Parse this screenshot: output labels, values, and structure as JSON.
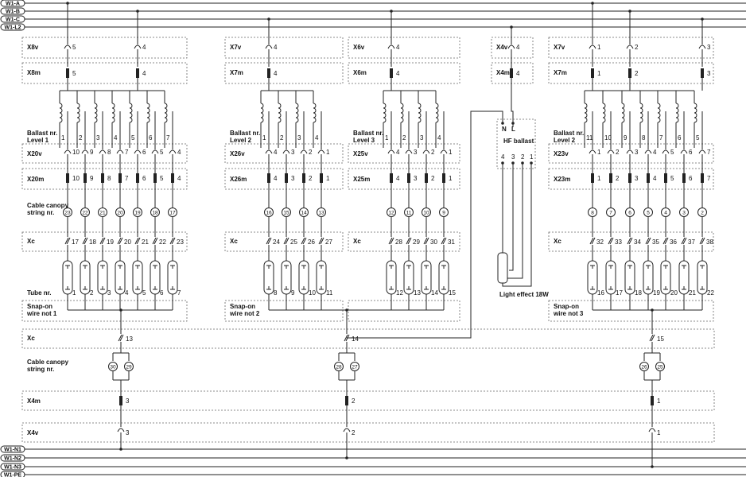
{
  "buses_top": [
    "W1-A",
    "W1-B",
    "W1-C",
    "W1-L2"
  ],
  "buses_bottom": [
    "W1-N1",
    "W1-N2",
    "W1-N3",
    "W1-PE"
  ],
  "row_labels": {
    "ballast_level1": [
      "Ballast nr.",
      "Level 1"
    ],
    "ballast_level2": [
      "Ballast nr.",
      "Level 2"
    ],
    "ballast_level3": [
      "Ballast nr.",
      "Level 3"
    ],
    "cable_canopy": [
      "Cable canopy",
      "string nr."
    ],
    "xc": "Xc",
    "tube": "Tube nr.",
    "snap1": [
      "Snap-on",
      "wire not 1"
    ],
    "snap2": [
      "Snap-on",
      "wire not 2"
    ],
    "snap3": [
      "Snap-on",
      "wire not 3"
    ],
    "x4m": "X4m",
    "x4v": "X4v",
    "hf_ballast": "HF ballast",
    "hf_n": "N",
    "hf_l": "L",
    "light_effect": "Light effect 18W"
  },
  "group1": {
    "top_v": {
      "label": "X8v",
      "pins": [
        "5",
        "4"
      ]
    },
    "top_m": {
      "label": "X8m",
      "pins": [
        "5",
        "4"
      ]
    },
    "ballast_nums": [
      "1",
      "2",
      "3",
      "4",
      "5",
      "6",
      "7"
    ],
    "xv": {
      "label": "X20v",
      "pins": [
        "10",
        "9",
        "8",
        "7",
        "6",
        "5",
        "4"
      ]
    },
    "xm": {
      "label": "X20m",
      "pins": [
        "10",
        "9",
        "8",
        "7",
        "6",
        "5",
        "4"
      ]
    },
    "canopy": [
      "23",
      "22",
      "21",
      "20",
      "19",
      "18",
      "17"
    ],
    "xc": [
      "17",
      "18",
      "19",
      "20",
      "21",
      "22",
      "23"
    ],
    "tubes": [
      "1",
      "2",
      "3",
      "4",
      "5",
      "6",
      "7"
    ]
  },
  "group2": {
    "top_v": {
      "label": "X7v",
      "pins": [
        "4"
      ]
    },
    "top_m": {
      "label": "X7m",
      "pins": [
        "4"
      ]
    },
    "ballast_nums": [
      "1",
      "2",
      "3",
      "4"
    ],
    "xv": {
      "label": "X26v",
      "pins": [
        "4",
        "3",
        "2",
        "1"
      ]
    },
    "xm": {
      "label": "X26m",
      "pins": [
        "4",
        "3",
        "2",
        "1"
      ]
    },
    "canopy": [
      "16",
      "15",
      "14",
      "13"
    ],
    "xc": [
      "24",
      "25",
      "26",
      "27"
    ],
    "tubes": [
      "8",
      "9",
      "10",
      "11"
    ]
  },
  "group3": {
    "top_v": {
      "label": "X6v",
      "pins": [
        "4"
      ]
    },
    "top_m": {
      "label": "X6m",
      "pins": [
        "4"
      ]
    },
    "ballast_nums": [
      "1",
      "2",
      "3",
      "4"
    ],
    "xv": {
      "label": "X25v",
      "pins": [
        "4",
        "3",
        "2",
        "1"
      ]
    },
    "xm": {
      "label": "X25m",
      "pins": [
        "4",
        "3",
        "2",
        "1"
      ]
    },
    "canopy": [
      "12",
      "11",
      "10",
      "9"
    ],
    "xc": [
      "28",
      "29",
      "30",
      "31"
    ],
    "tubes": [
      "12",
      "13",
      "14",
      "15"
    ]
  },
  "group4": {
    "top_v": {
      "label": "X4v",
      "pins": [
        "4"
      ]
    },
    "top_m": {
      "label": "X4m",
      "pins": [
        "4"
      ]
    },
    "hf_pins": [
      "4",
      "3",
      "2",
      "1"
    ]
  },
  "group5": {
    "top_v": {
      "label": "X7v",
      "pins": [
        "1",
        "2",
        "3"
      ]
    },
    "top_m": {
      "label": "X7m",
      "pins": [
        "1",
        "2",
        "3"
      ]
    },
    "ballast_nums": [
      "11",
      "10",
      "9",
      "8",
      "7",
      "6",
      "5"
    ],
    "xv": {
      "label": "X23v",
      "pins": [
        "1",
        "2",
        "3",
        "4",
        "5",
        "6",
        "7"
      ]
    },
    "xm": {
      "label": "X23m",
      "pins": [
        "1",
        "2",
        "3",
        "4",
        "5",
        "6",
        "7"
      ]
    },
    "canopy": [
      "8",
      "7",
      "6",
      "5",
      "4",
      "3",
      "2"
    ],
    "xc": [
      "32",
      "33",
      "34",
      "35",
      "36",
      "37",
      "38"
    ],
    "tubes": [
      "16",
      "17",
      "18",
      "19",
      "20",
      "21",
      "22"
    ]
  },
  "bottom": {
    "xc_pins": [
      "13",
      "14",
      "15"
    ],
    "canopy_pairs": [
      [
        "30",
        "29"
      ],
      [
        "28",
        "27"
      ],
      [
        "26",
        "25"
      ]
    ],
    "x4m_pins": [
      "3",
      "2",
      "1"
    ],
    "x4v_pins": [
      "3",
      "2",
      "1"
    ]
  }
}
